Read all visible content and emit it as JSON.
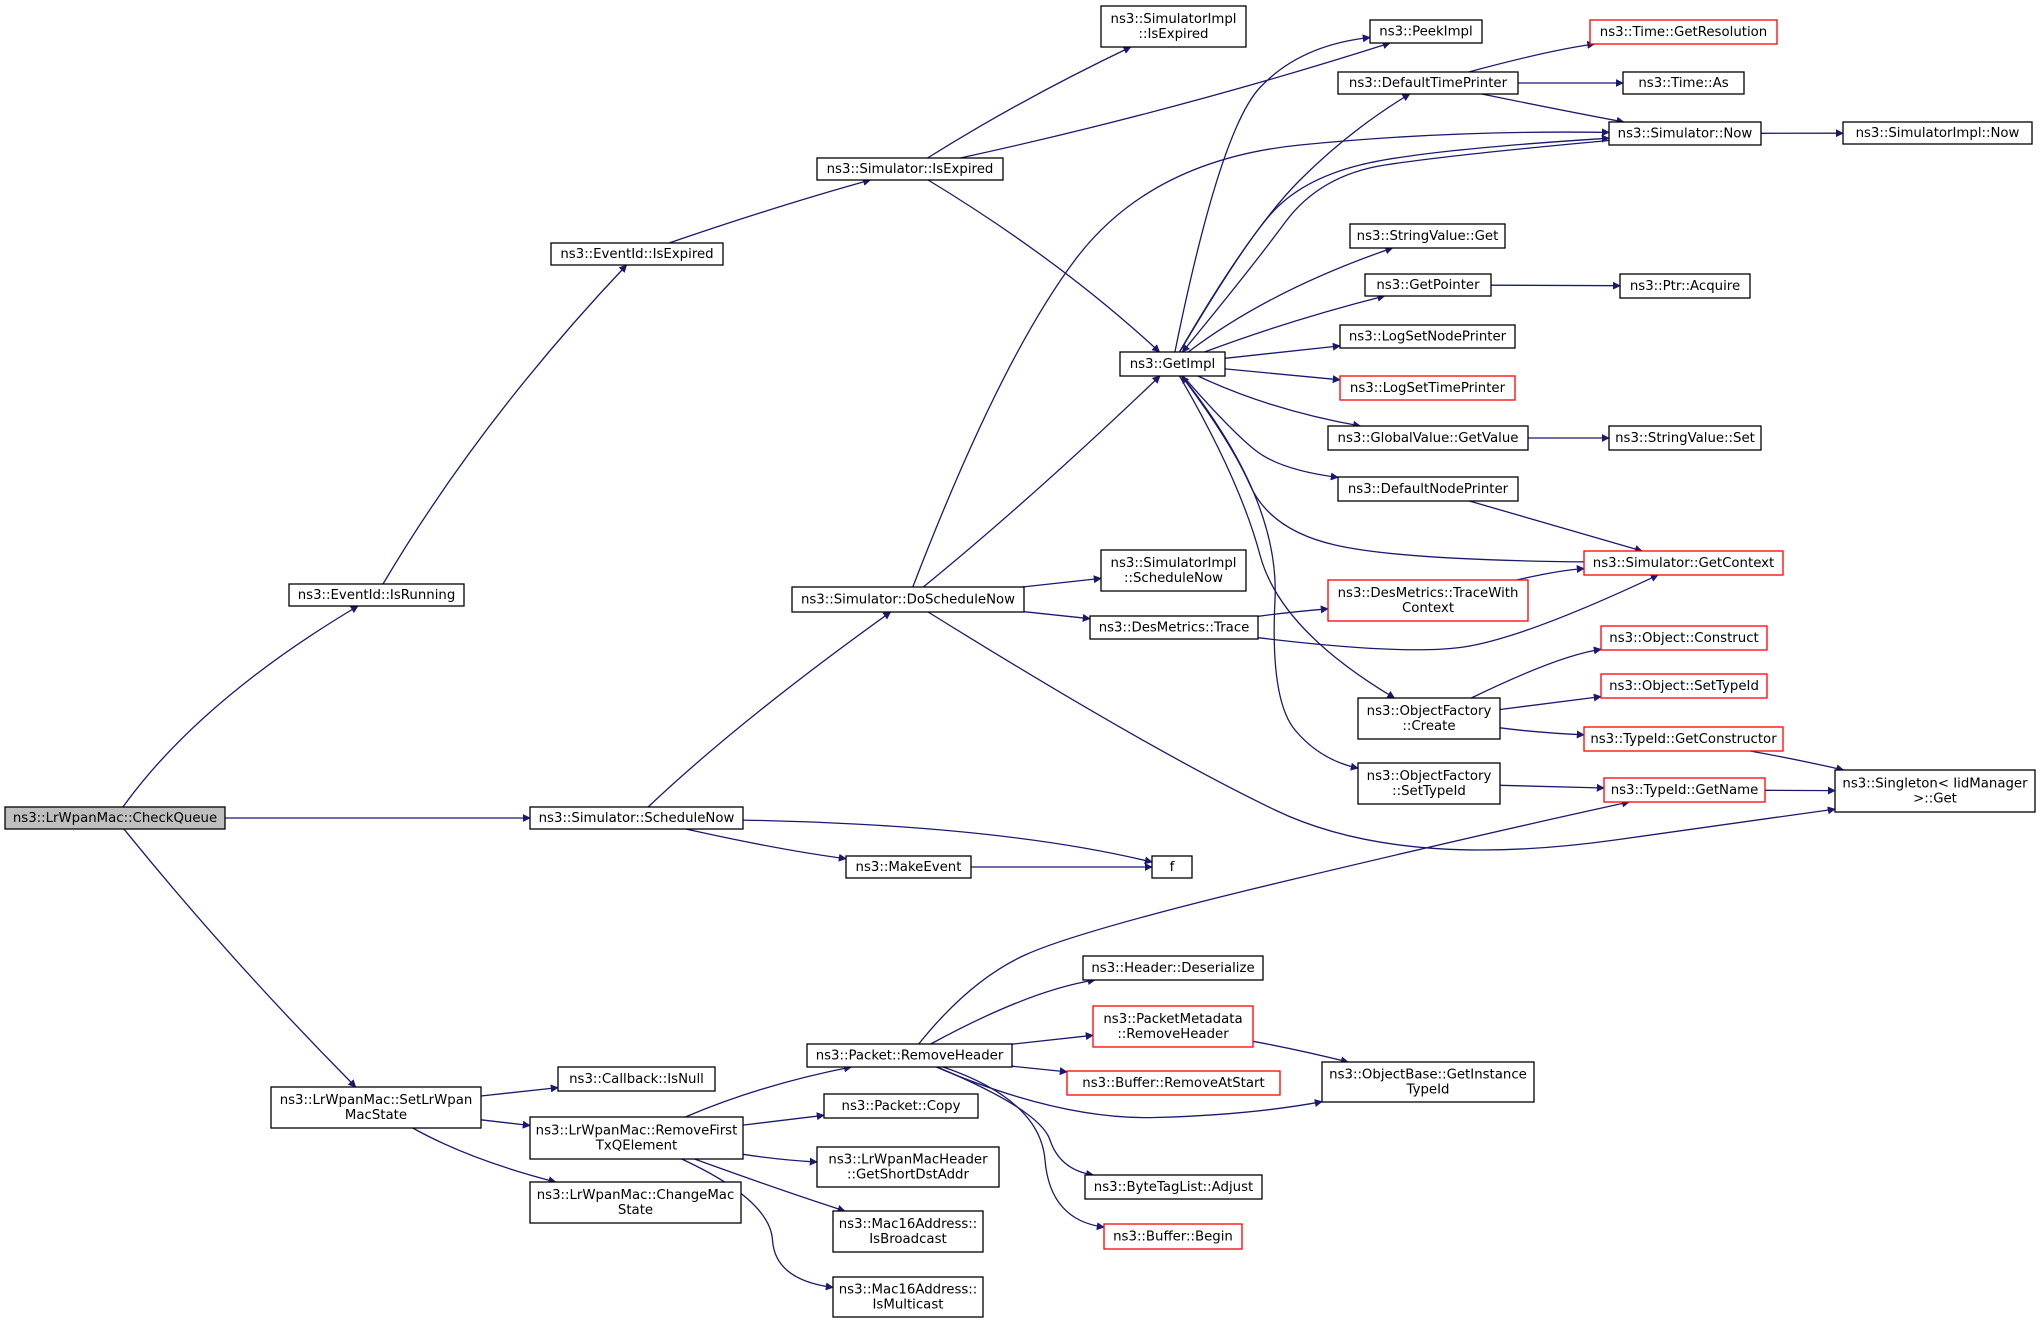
{
  "nodes": [
    {
      "id": "checkqueue",
      "lines": [
        "ns3::LrWpanMac::CheckQueue"
      ],
      "root": true
    },
    {
      "id": "eid_isrunning",
      "lines": [
        "ns3::EventId::IsRunning"
      ]
    },
    {
      "id": "eid_isexpired",
      "lines": [
        "ns3::EventId::IsExpired"
      ]
    },
    {
      "id": "sim_isexpired",
      "lines": [
        "ns3::Simulator::IsExpired"
      ]
    },
    {
      "id": "simimpl_isexpired",
      "lines": [
        "ns3::SimulatorImpl",
        "::IsExpired"
      ]
    },
    {
      "id": "peekimpl",
      "lines": [
        "ns3::PeekImpl"
      ]
    },
    {
      "id": "getimpl",
      "lines": [
        "ns3::GetImpl"
      ]
    },
    {
      "id": "defaulttimeprinter",
      "lines": [
        "ns3::DefaultTimePrinter"
      ]
    },
    {
      "id": "time_getres",
      "lines": [
        "ns3::Time::GetResolution"
      ],
      "red": true
    },
    {
      "id": "time_as",
      "lines": [
        "ns3::Time::As"
      ]
    },
    {
      "id": "sim_now",
      "lines": [
        "ns3::Simulator::Now"
      ]
    },
    {
      "id": "simimpl_now",
      "lines": [
        "ns3::SimulatorImpl::Now"
      ]
    },
    {
      "id": "stringvalue_get",
      "lines": [
        "ns3::StringValue::Get"
      ]
    },
    {
      "id": "getpointer",
      "lines": [
        "ns3::GetPointer"
      ]
    },
    {
      "id": "ptr_acquire",
      "lines": [
        "ns3::Ptr::Acquire"
      ]
    },
    {
      "id": "logsetnodeprinter",
      "lines": [
        "ns3::LogSetNodePrinter"
      ]
    },
    {
      "id": "logsettimeprinter",
      "lines": [
        "ns3::LogSetTimePrinter"
      ],
      "red": true
    },
    {
      "id": "globalvalue_getvalue",
      "lines": [
        "ns3::GlobalValue::GetValue"
      ]
    },
    {
      "id": "stringvalue_set",
      "lines": [
        "ns3::StringValue::Set"
      ]
    },
    {
      "id": "defaultnodeprinter",
      "lines": [
        "ns3::DefaultNodePrinter"
      ]
    },
    {
      "id": "sim_getcontext",
      "lines": [
        "ns3::Simulator::GetContext"
      ],
      "red": true
    },
    {
      "id": "sim_doschedulenow",
      "lines": [
        "ns3::Simulator::DoScheduleNow"
      ]
    },
    {
      "id": "simimpl_schedulenow",
      "lines": [
        "ns3::SimulatorImpl",
        "::ScheduleNow"
      ]
    },
    {
      "id": "desmetrics_tracewith",
      "lines": [
        "ns3::DesMetrics::TraceWith",
        "Context"
      ],
      "red": true
    },
    {
      "id": "desmetrics_trace",
      "lines": [
        "ns3::DesMetrics::Trace"
      ]
    },
    {
      "id": "object_construct",
      "lines": [
        "ns3::Object::Construct"
      ],
      "red": true
    },
    {
      "id": "object_settypeid",
      "lines": [
        "ns3::Object::SetTypeId"
      ],
      "red": true
    },
    {
      "id": "objectfactory_create",
      "lines": [
        "ns3::ObjectFactory",
        "::Create"
      ]
    },
    {
      "id": "typeid_getconstructor",
      "lines": [
        "ns3::TypeId::GetConstructor"
      ],
      "red": true
    },
    {
      "id": "singleton_get",
      "lines": [
        "ns3::Singleton< IidManager",
        " >::Get"
      ]
    },
    {
      "id": "objectfactory_settypeid",
      "lines": [
        "ns3::ObjectFactory",
        "::SetTypeId"
      ]
    },
    {
      "id": "typeid_getname",
      "lines": [
        "ns3::TypeId::GetName"
      ],
      "red": true
    },
    {
      "id": "sim_schedulenow",
      "lines": [
        "ns3::Simulator::ScheduleNow"
      ]
    },
    {
      "id": "makeevent",
      "lines": [
        "ns3::MakeEvent"
      ]
    },
    {
      "id": "f",
      "lines": [
        "f"
      ]
    },
    {
      "id": "header_deserialize",
      "lines": [
        "ns3::Header::Deserialize"
      ]
    },
    {
      "id": "packetmetadata_removeheader",
      "lines": [
        "ns3::PacketMetadata",
        "::RemoveHeader"
      ],
      "red": true
    },
    {
      "id": "packet_removeheader",
      "lines": [
        "ns3::Packet::RemoveHeader"
      ]
    },
    {
      "id": "objectbase_getinstancetypeid",
      "lines": [
        "ns3::ObjectBase::GetInstance",
        "TypeId"
      ]
    },
    {
      "id": "buffer_removeatstart",
      "lines": [
        "ns3::Buffer::RemoveAtStart"
      ],
      "red": true
    },
    {
      "id": "callback_isnull",
      "lines": [
        "ns3::Callback::IsNull"
      ]
    },
    {
      "id": "lrwpanmac_setstate",
      "lines": [
        "ns3::LrWpanMac::SetLrWpan",
        "MacState"
      ]
    },
    {
      "id": "packet_copy",
      "lines": [
        "ns3::Packet::Copy"
      ]
    },
    {
      "id": "lrwpanmac_removefirst",
      "lines": [
        "ns3::LrWpanMac::RemoveFirst",
        "TxQElement"
      ]
    },
    {
      "id": "lrwpanmacheader_getshortdstaddr",
      "lines": [
        "ns3::LrWpanMacHeader",
        "::GetShortDstAddr"
      ]
    },
    {
      "id": "bytetaglist_adjust",
      "lines": [
        "ns3::ByteTagList::Adjust"
      ]
    },
    {
      "id": "lrwpanmac_changemacstate",
      "lines": [
        "ns3::LrWpanMac::ChangeMac",
        "State"
      ]
    },
    {
      "id": "mac16_isbroadcast",
      "lines": [
        "ns3::Mac16Address::",
        "IsBroadcast"
      ]
    },
    {
      "id": "buffer_begin",
      "lines": [
        "ns3::Buffer::Begin"
      ],
      "red": true
    },
    {
      "id": "mac16_ismulticast",
      "lines": [
        "ns3::Mac16Address::",
        "IsMulticast"
      ]
    }
  ],
  "edges": [
    [
      "checkqueue",
      "eid_isrunning"
    ],
    [
      "checkqueue",
      "sim_schedulenow"
    ],
    [
      "checkqueue",
      "lrwpanmac_setstate"
    ],
    [
      "eid_isrunning",
      "eid_isexpired"
    ],
    [
      "eid_isexpired",
      "sim_isexpired"
    ],
    [
      "sim_isexpired",
      "simimpl_isexpired"
    ],
    [
      "sim_isexpired",
      "peekimpl"
    ],
    [
      "sim_isexpired",
      "getimpl"
    ],
    [
      "getimpl",
      "peekimpl"
    ],
    [
      "getimpl",
      "defaulttimeprinter"
    ],
    [
      "getimpl",
      "sim_now"
    ],
    [
      "getimpl",
      "stringvalue_get"
    ],
    [
      "getimpl",
      "getpointer"
    ],
    [
      "getimpl",
      "logsetnodeprinter"
    ],
    [
      "getimpl",
      "logsettimeprinter"
    ],
    [
      "getimpl",
      "globalvalue_getvalue"
    ],
    [
      "getimpl",
      "defaultnodeprinter"
    ],
    [
      "getimpl",
      "objectfactory_create"
    ],
    [
      "getimpl",
      "objectfactory_settypeid"
    ],
    [
      "defaulttimeprinter",
      "time_getres"
    ],
    [
      "defaulttimeprinter",
      "time_as"
    ],
    [
      "defaulttimeprinter",
      "sim_now"
    ],
    [
      "sim_now",
      "simimpl_now"
    ],
    [
      "sim_now",
      "getimpl"
    ],
    [
      "getpointer",
      "ptr_acquire"
    ],
    [
      "globalvalue_getvalue",
      "stringvalue_set"
    ],
    [
      "defaultnodeprinter",
      "sim_getcontext"
    ],
    [
      "sim_getcontext",
      "getimpl"
    ],
    [
      "sim_schedulenow",
      "sim_doschedulenow"
    ],
    [
      "sim_schedulenow",
      "makeevent"
    ],
    [
      "sim_schedulenow",
      "f"
    ],
    [
      "makeevent",
      "f"
    ],
    [
      "sim_doschedulenow",
      "sim_now"
    ],
    [
      "sim_doschedulenow",
      "getimpl"
    ],
    [
      "sim_doschedulenow",
      "simimpl_schedulenow"
    ],
    [
      "sim_doschedulenow",
      "desmetrics_trace"
    ],
    [
      "sim_doschedulenow",
      "singleton_get"
    ],
    [
      "desmetrics_trace",
      "desmetrics_tracewith"
    ],
    [
      "desmetrics_trace",
      "sim_getcontext"
    ],
    [
      "desmetrics_tracewith",
      "sim_getcontext"
    ],
    [
      "objectfactory_create",
      "object_construct"
    ],
    [
      "objectfactory_create",
      "object_settypeid"
    ],
    [
      "objectfactory_create",
      "typeid_getconstructor"
    ],
    [
      "typeid_getconstructor",
      "singleton_get"
    ],
    [
      "objectfactory_settypeid",
      "typeid_getname"
    ],
    [
      "typeid_getname",
      "singleton_get"
    ],
    [
      "lrwpanmac_setstate",
      "callback_isnull"
    ],
    [
      "lrwpanmac_setstate",
      "lrwpanmac_removefirst"
    ],
    [
      "lrwpanmac_setstate",
      "lrwpanmac_changemacstate"
    ],
    [
      "lrwpanmac_removefirst",
      "packet_removeheader"
    ],
    [
      "lrwpanmac_removefirst",
      "packet_copy"
    ],
    [
      "lrwpanmac_removefirst",
      "lrwpanmacheader_getshortdstaddr"
    ],
    [
      "lrwpanmac_removefirst",
      "mac16_isbroadcast"
    ],
    [
      "lrwpanmac_removefirst",
      "mac16_ismulticast"
    ],
    [
      "packet_removeheader",
      "typeid_getname"
    ],
    [
      "packet_removeheader",
      "header_deserialize"
    ],
    [
      "packet_removeheader",
      "packetmetadata_removeheader"
    ],
    [
      "packet_removeheader",
      "buffer_removeatstart"
    ],
    [
      "packet_removeheader",
      "objectbase_getinstancetypeid"
    ],
    [
      "packet_removeheader",
      "bytetaglist_adjust"
    ],
    [
      "packet_removeheader",
      "buffer_begin"
    ],
    [
      "packetmetadata_removeheader",
      "objectbase_getinstancetypeid"
    ]
  ]
}
